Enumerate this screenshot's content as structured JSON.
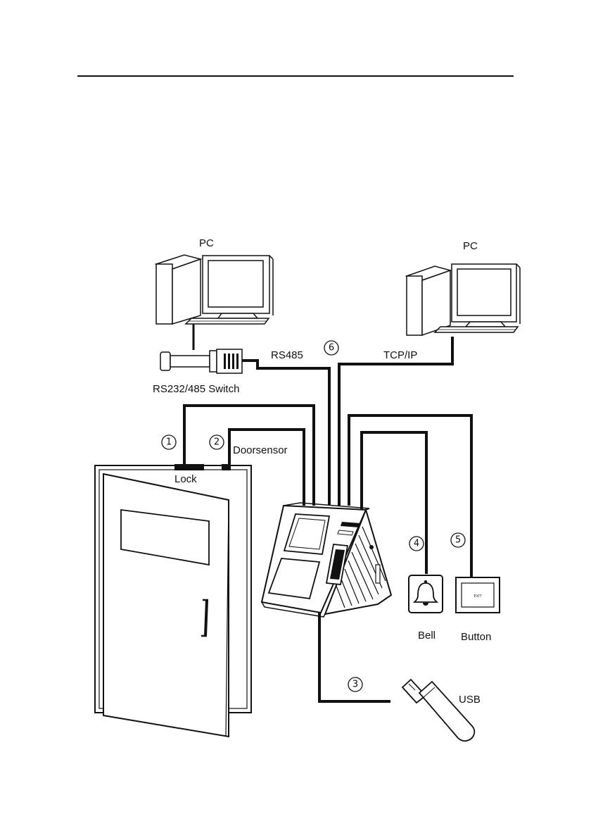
{
  "devices": {
    "pc_left": "PC",
    "pc_right": "PC",
    "rs_switch": "RS232/485 Switch",
    "lock": "Lock",
    "doorsensor": "Doorsensor",
    "bell": "Bell",
    "button": "Button",
    "button_face": "EXIT",
    "usb": "USB"
  },
  "connections": {
    "rs485": "RS485",
    "tcpip": "TCP/IP"
  },
  "markers": [
    "①",
    "②",
    "③",
    "④",
    "⑤",
    "⑥"
  ]
}
